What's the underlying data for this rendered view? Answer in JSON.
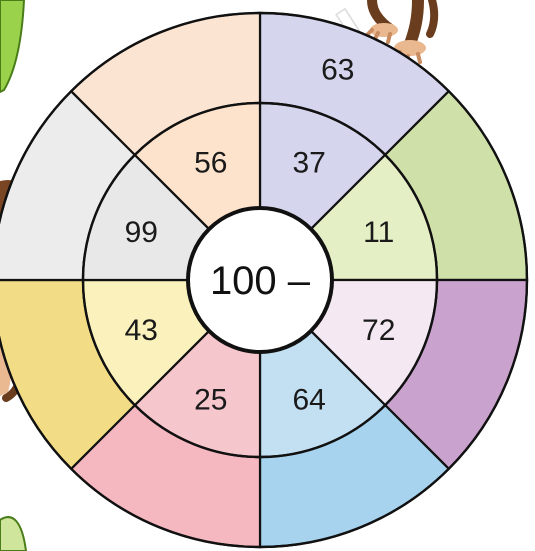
{
  "center": {
    "label": "100 –"
  },
  "inner_ring": [
    {
      "value": "37",
      "color": "#d5d5ee"
    },
    {
      "value": "11",
      "color": "#e4efc5"
    },
    {
      "value": "72",
      "color": "#f4e9f2"
    },
    {
      "value": "64",
      "color": "#c3dff2"
    },
    {
      "value": "25",
      "color": "#f6c6cd"
    },
    {
      "value": "43",
      "color": "#faf1bd"
    },
    {
      "value": "99",
      "color": "#e8e8e8"
    },
    {
      "value": "56",
      "color": "#fde3cc"
    }
  ],
  "outer_ring": [
    {
      "value": "63",
      "color": "#d5d5ee"
    },
    {
      "value": "",
      "color": "#cfe0a9"
    },
    {
      "value": "",
      "color": "#c9a3cd"
    },
    {
      "value": "",
      "color": "#a7d3ef"
    },
    {
      "value": "",
      "color": "#f5b8c0"
    },
    {
      "value": "",
      "color": "#f2dc86"
    },
    {
      "value": "",
      "color": "#ececec"
    },
    {
      "value": "",
      "color": "#fbe4d1"
    }
  ],
  "colors": {
    "stroke": "#111111",
    "center_fill": "#ffffff"
  },
  "decorations": {
    "characters": [
      "monkey-top-right",
      "monkey-left"
    ],
    "leaf_color": "#9bd24b"
  }
}
